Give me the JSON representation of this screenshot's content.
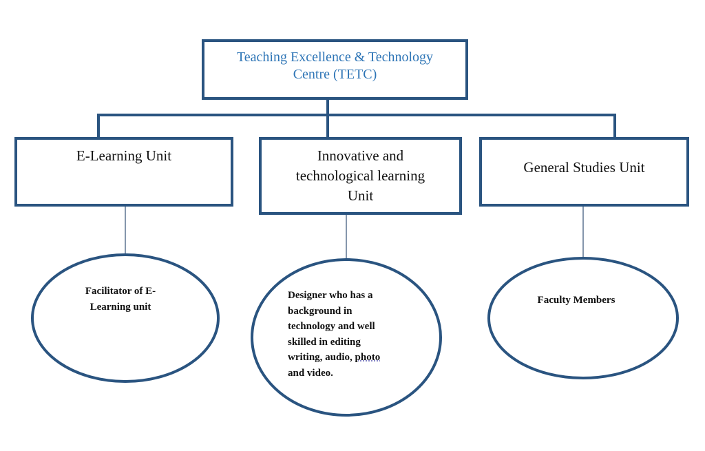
{
  "root": {
    "label_line1": "Teaching Excellence & Technology",
    "label_line2": "Centre (TETC)"
  },
  "units": [
    {
      "label": "E-Learning Unit"
    },
    {
      "label_line1": "Innovative and",
      "label_line2": "technological learning",
      "label_line3": "Unit"
    },
    {
      "label": "General Studies Unit"
    }
  ],
  "roles": [
    {
      "line1": "Facilitator of E-",
      "line2": "Learning unit"
    },
    {
      "line1": "Designer who has a",
      "line2": "background in",
      "line3": "technology and well",
      "line4": "skilled in editing",
      "line5a": "writing, audio, ",
      "line5b": "photo",
      "line6": "and video."
    },
    {
      "line1": "Faculty Members"
    }
  ],
  "colors": {
    "border": "#2a5480",
    "title": "#2e75b6"
  }
}
